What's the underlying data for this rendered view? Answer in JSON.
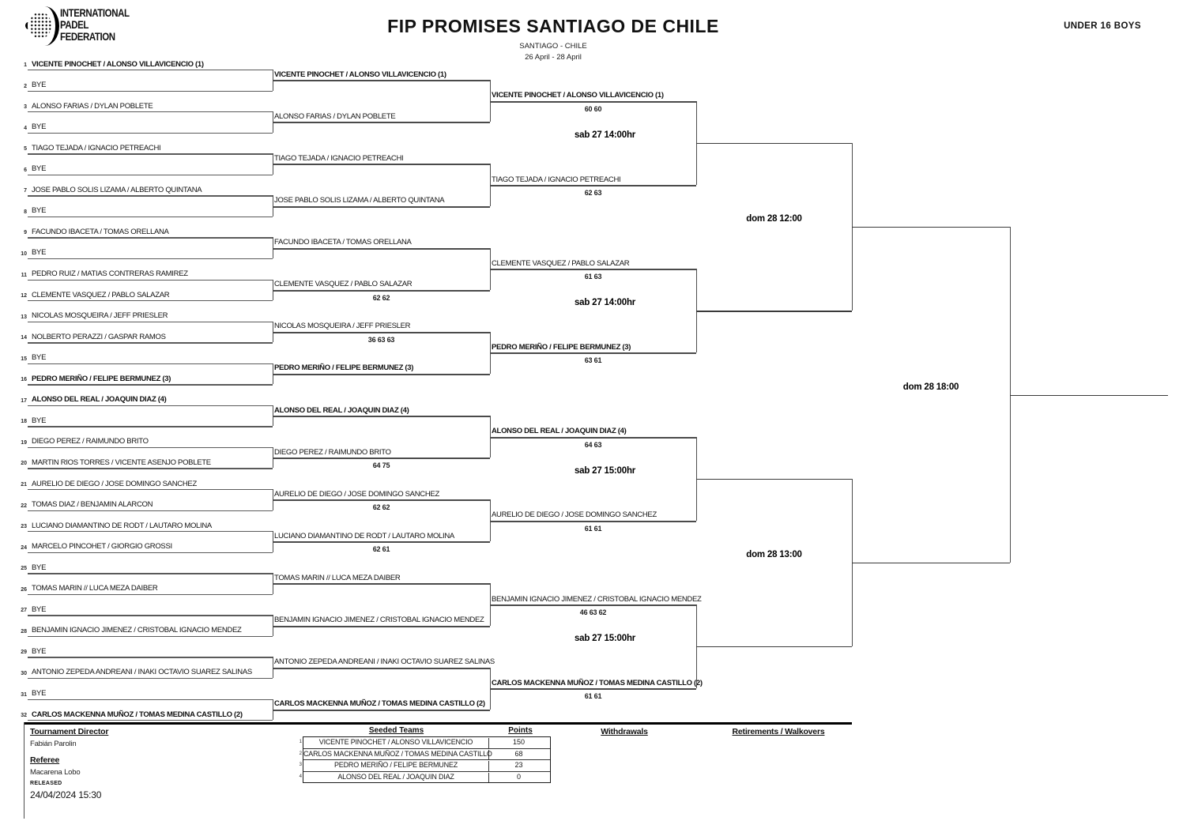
{
  "header": {
    "org_name": "INTERNATIONAL\nPADEL\nFEDERATION",
    "title": "FIP PROMISES SANTIAGO DE CHILE",
    "location": "SANTIAGO - CHILE",
    "dates": "26 April - 28 April",
    "category": "UNDER 16 BOYS"
  },
  "bracket": {
    "round1": [
      {
        "n": 1,
        "name": "VICENTE PINOCHET / ALONSO VILLAVICENCIO (1)",
        "bold": true
      },
      {
        "n": 2,
        "name": "BYE",
        "bold": false
      },
      {
        "n": 3,
        "name": "ALONSO FARIAS / DYLAN POBLETE",
        "bold": false
      },
      {
        "n": 4,
        "name": "BYE",
        "bold": false
      },
      {
        "n": 5,
        "name": "TIAGO TEJADA / IGNACIO PETREACHI",
        "bold": false
      },
      {
        "n": 6,
        "name": "BYE",
        "bold": false
      },
      {
        "n": 7,
        "name": "JOSE PABLO SOLIS LIZAMA / ALBERTO QUINTANA",
        "bold": false
      },
      {
        "n": 8,
        "name": "BYE",
        "bold": false
      },
      {
        "n": 9,
        "name": "FACUNDO IBACETA / TOMAS ORELLANA",
        "bold": false
      },
      {
        "n": 10,
        "name": "BYE",
        "bold": false
      },
      {
        "n": 11,
        "name": "PEDRO RUIZ / MATIAS CONTRERAS RAMIREZ",
        "bold": false
      },
      {
        "n": 12,
        "name": "CLEMENTE VASQUEZ / PABLO SALAZAR",
        "bold": false
      },
      {
        "n": 13,
        "name": "NICOLAS MOSQUEIRA / JEFF PRIESLER",
        "bold": false
      },
      {
        "n": 14,
        "name": "NOLBERTO PERAZZI / GASPAR RAMOS",
        "bold": false
      },
      {
        "n": 15,
        "name": "BYE",
        "bold": false
      },
      {
        "n": 16,
        "name": "PEDRO MERIÑO / FELIPE BERMUNEZ (3)",
        "bold": true
      },
      {
        "n": 17,
        "name": "ALONSO DEL REAL / JOAQUIN DIAZ (4)",
        "bold": true
      },
      {
        "n": 18,
        "name": "BYE",
        "bold": false
      },
      {
        "n": 19,
        "name": "DIEGO PEREZ / RAIMUNDO BRITO",
        "bold": false
      },
      {
        "n": 20,
        "name": "MARTIN RIOS TORRES / VICENTE ASENJO POBLETE",
        "bold": false
      },
      {
        "n": 21,
        "name": "AURELIO DE DIEGO / JOSE DOMINGO SANCHEZ",
        "bold": false
      },
      {
        "n": 22,
        "name": "TOMAS DIAZ / BENJAMIN ALARCON",
        "bold": false
      },
      {
        "n": 23,
        "name": "LUCIANO DIAMANTINO DE RODT / LAUTARO MOLINA",
        "bold": false
      },
      {
        "n": 24,
        "name": "MARCELO PINCOHET / GIORGIO GROSSI",
        "bold": false
      },
      {
        "n": 25,
        "name": "BYE",
        "bold": false
      },
      {
        "n": 26,
        "name": "TOMAS MARIN // LUCA MEZA DAIBER",
        "bold": false
      },
      {
        "n": 27,
        "name": "BYE",
        "bold": false
      },
      {
        "n": 28,
        "name": "BENJAMIN IGNACIO JIMENEZ / CRISTOBAL IGNACIO MENDEZ",
        "bold": false
      },
      {
        "n": 29,
        "name": "BYE",
        "bold": false
      },
      {
        "n": 30,
        "name": "ANTONIO ZEPEDA ANDREANI / INAKI OCTAVIO SUAREZ SALINAS",
        "bold": false
      },
      {
        "n": 31,
        "name": "BYE",
        "bold": false
      },
      {
        "n": 32,
        "name": "CARLOS MACKENNA MUÑOZ / TOMAS MEDINA CASTILLO (2)",
        "bold": true
      }
    ],
    "round2": [
      {
        "name": "VICENTE PINOCHET / ALONSO VILLAVICENCIO (1)",
        "bold": true,
        "score": ""
      },
      {
        "name": "ALONSO FARIAS / DYLAN POBLETE",
        "bold": false,
        "score": ""
      },
      {
        "name": "TIAGO TEJADA / IGNACIO PETREACHI",
        "bold": false,
        "score": ""
      },
      {
        "name": "JOSE PABLO SOLIS LIZAMA / ALBERTO QUINTANA",
        "bold": false,
        "score": ""
      },
      {
        "name": "FACUNDO IBACETA / TOMAS ORELLANA",
        "bold": false,
        "score": ""
      },
      {
        "name": "CLEMENTE VASQUEZ / PABLO SALAZAR",
        "bold": false,
        "score": "62 62"
      },
      {
        "name": "NICOLAS MOSQUEIRA / JEFF PRIESLER",
        "bold": false,
        "score": "36 63 63"
      },
      {
        "name": "PEDRO MERIÑO / FELIPE BERMUNEZ (3)",
        "bold": true,
        "score": ""
      },
      {
        "name": "ALONSO DEL REAL / JOAQUIN DIAZ (4)",
        "bold": true,
        "score": ""
      },
      {
        "name": "DIEGO PEREZ / RAIMUNDO BRITO",
        "bold": false,
        "score": "64 75"
      },
      {
        "name": "AURELIO DE DIEGO / JOSE DOMINGO SANCHEZ",
        "bold": false,
        "score": "62 62"
      },
      {
        "name": "LUCIANO DIAMANTINO DE RODT / LAUTARO MOLINA",
        "bold": false,
        "score": "62 61"
      },
      {
        "name": "TOMAS MARIN // LUCA MEZA DAIBER",
        "bold": false,
        "score": ""
      },
      {
        "name": "BENJAMIN IGNACIO JIMENEZ / CRISTOBAL IGNACIO MENDEZ",
        "bold": false,
        "score": ""
      },
      {
        "name": "ANTONIO ZEPEDA ANDREANI / INAKI OCTAVIO SUAREZ SALINAS",
        "bold": false,
        "score": ""
      },
      {
        "name": "CARLOS MACKENNA MUÑOZ / TOMAS MEDINA CASTILLO (2)",
        "bold": true,
        "score": ""
      }
    ],
    "quarterfinals": [
      {
        "name": "VICENTE PINOCHET / ALONSO VILLAVICENCIO (1)",
        "bold": true,
        "score": "60 60"
      },
      {
        "name": "TIAGO TEJADA / IGNACIO PETREACHI",
        "bold": false,
        "score": "62 63"
      },
      {
        "name": "CLEMENTE VASQUEZ / PABLO SALAZAR",
        "bold": false,
        "score": "61 63"
      },
      {
        "name": "PEDRO MERIÑO / FELIPE BERMUNEZ (3)",
        "bold": true,
        "score": "63 61"
      },
      {
        "name": "ALONSO DEL REAL / JOAQUIN DIAZ (4)",
        "bold": true,
        "score": "64 63"
      },
      {
        "name": "AURELIO DE DIEGO / JOSE DOMINGO SANCHEZ",
        "bold": false,
        "score": "61 61"
      },
      {
        "name": "BENJAMIN IGNACIO JIMENEZ / CRISTOBAL IGNACIO MENDEZ",
        "bold": false,
        "score": "46 63 62"
      },
      {
        "name": "CARLOS MACKENNA MUÑOZ / TOMAS MEDINA CASTILLO (2)",
        "bold": true,
        "score": "61 61"
      }
    ],
    "qf_match_times": [
      "sab 27 14:00hr",
      "sab 27 14:00hr",
      "sab 27 15:00hr",
      "sab 27 15:00hr"
    ],
    "sf_match_times": [
      "dom 28 12:00",
      "dom 28 13:00"
    ],
    "final_match_time": "dom 28 18:00"
  },
  "footer": {
    "tournament_director_label": "Tournament Director",
    "tournament_director_name": "Fabián Parolin",
    "referee_label": "Referee",
    "referee_name": "Macarena Lobo",
    "released_label": "RELEASED",
    "released_datetime": "24/04/2024 15:30",
    "seeded_table": {
      "title": "Seeded Teams",
      "points_label": "Points",
      "rows": [
        {
          "n": 1,
          "team": "VICENTE PINOCHET / ALONSO VILLAVICENCIO",
          "points": "150"
        },
        {
          "n": 2,
          "team": "CARLOS MACKENNA MUÑOZ / TOMAS MEDINA CASTILLO",
          "points": "68"
        },
        {
          "n": 3,
          "team": "PEDRO MERIÑO / FELIPE BERMUNEZ",
          "points": "23"
        },
        {
          "n": 4,
          "team": "ALONSO DEL REAL / JOAQUIN DIAZ",
          "points": "0"
        }
      ]
    },
    "withdrawals_label": "Withdrawals",
    "retirements_label": "Retirements / Walkovers"
  }
}
